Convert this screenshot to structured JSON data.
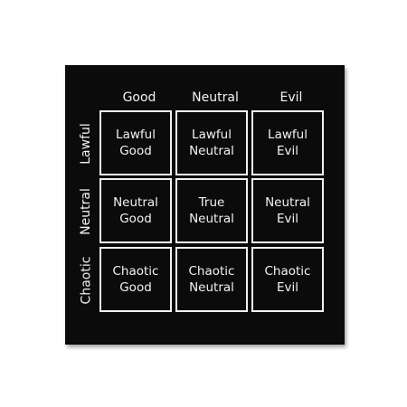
{
  "columns": [
    "Good",
    "Neutral",
    "Evil"
  ],
  "rows": [
    "Lawful",
    "Neutral",
    "Chaotic"
  ],
  "cells": [
    [
      [
        "Lawful",
        "Good"
      ],
      [
        "Lawful",
        "Neutral"
      ],
      [
        "Lawful",
        "Evil"
      ]
    ],
    [
      [
        "Neutral",
        "Good"
      ],
      [
        "True",
        "Neutral"
      ],
      [
        "Neutral",
        "Evil"
      ]
    ],
    [
      [
        "Chaotic",
        "Good"
      ],
      [
        "Chaotic",
        "Neutral"
      ],
      [
        "Chaotic",
        "Evil"
      ]
    ]
  ],
  "colors": {
    "board": "#0b0b0b",
    "text": "#f2f2f2",
    "background": "#ffffff"
  }
}
